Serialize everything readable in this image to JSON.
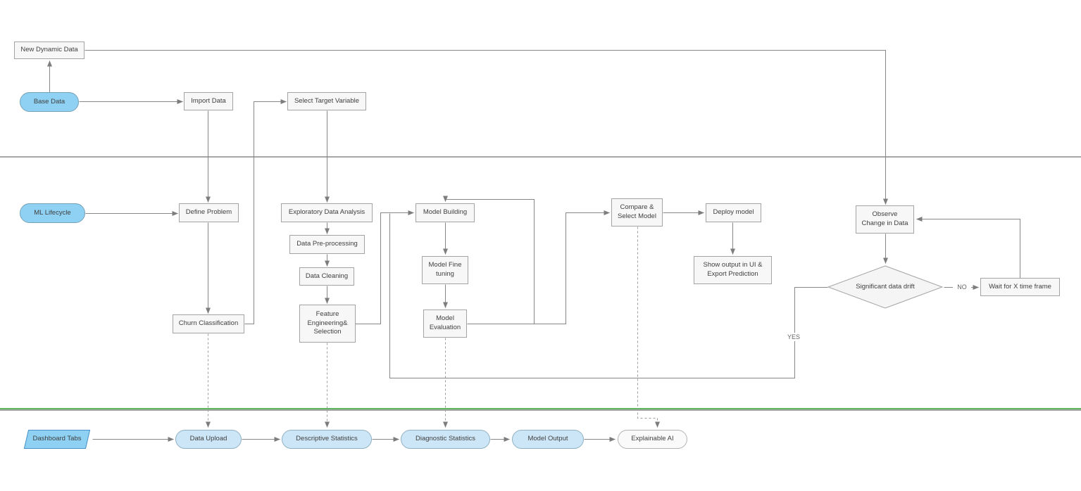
{
  "diagram": {
    "nodes": {
      "new_dynamic_data": {
        "label": "New Dynamic Data",
        "shape": "box"
      },
      "base_data": {
        "label": "Base Data",
        "shape": "pill"
      },
      "import_data": {
        "label": "Import Data",
        "shape": "box"
      },
      "select_target_variable": {
        "label": "Select Target Variable",
        "shape": "box"
      },
      "ml_lifecycle": {
        "label": "ML Lifecycle",
        "shape": "pill"
      },
      "define_problem": {
        "label": "Define Problem",
        "shape": "box"
      },
      "churn_classification": {
        "label": "Churn Classification",
        "shape": "box"
      },
      "exploratory_data_analysis": {
        "label": "Exploratory Data Analysis",
        "shape": "box"
      },
      "data_preprocessing": {
        "label": "Data Pre-processing",
        "shape": "box"
      },
      "data_cleaning": {
        "label": "Data Cleaning",
        "shape": "box"
      },
      "feature_engineering": {
        "label": "Feature\nEngineering&\nSelection",
        "shape": "box"
      },
      "model_building": {
        "label": "Model Building",
        "shape": "box"
      },
      "model_fine_tuning": {
        "label": "Model Fine\ntuning",
        "shape": "box"
      },
      "model_evaluation": {
        "label": "Model\nEvaluation",
        "shape": "box"
      },
      "compare_select_model": {
        "label": "Compare &\nSelect Model",
        "shape": "box"
      },
      "deploy_model": {
        "label": "Deploy model",
        "shape": "box"
      },
      "show_output": {
        "label": "Show output in UI &\nExport Prediction",
        "shape": "box"
      },
      "observe_change": {
        "label": "Observe\nChange in Data",
        "shape": "box"
      },
      "significant_data_drift": {
        "label": "Significant data drift",
        "shape": "diamond"
      },
      "wait_time_frame": {
        "label": "Wait for X time frame",
        "shape": "box"
      },
      "dashboard_tabs": {
        "label": "Dashboard Tabs",
        "shape": "parallelogram"
      },
      "data_upload": {
        "label": "Data Upload",
        "shape": "pill-light"
      },
      "descriptive_statistics": {
        "label": "Descriptive Statistics",
        "shape": "pill-light"
      },
      "diagnostic_statistics": {
        "label": "Diagnostic Statistics",
        "shape": "pill-light"
      },
      "model_output": {
        "label": "Model Output",
        "shape": "pill-light"
      },
      "explainable_ai": {
        "label": "Explainable AI",
        "shape": "pill-white"
      }
    },
    "edge_labels": {
      "yes": "YES",
      "no": "NO"
    },
    "colors": {
      "accent_blue_fill": "#8ed1f2",
      "light_blue_fill": "#cce6f7",
      "node_fill": "#f7f7f7",
      "node_border": "#a3a3a3",
      "connector_gray": "#878787",
      "lane_divider_gray": "#a6a6a6",
      "lane_divider_green": "#5cb85c"
    }
  }
}
